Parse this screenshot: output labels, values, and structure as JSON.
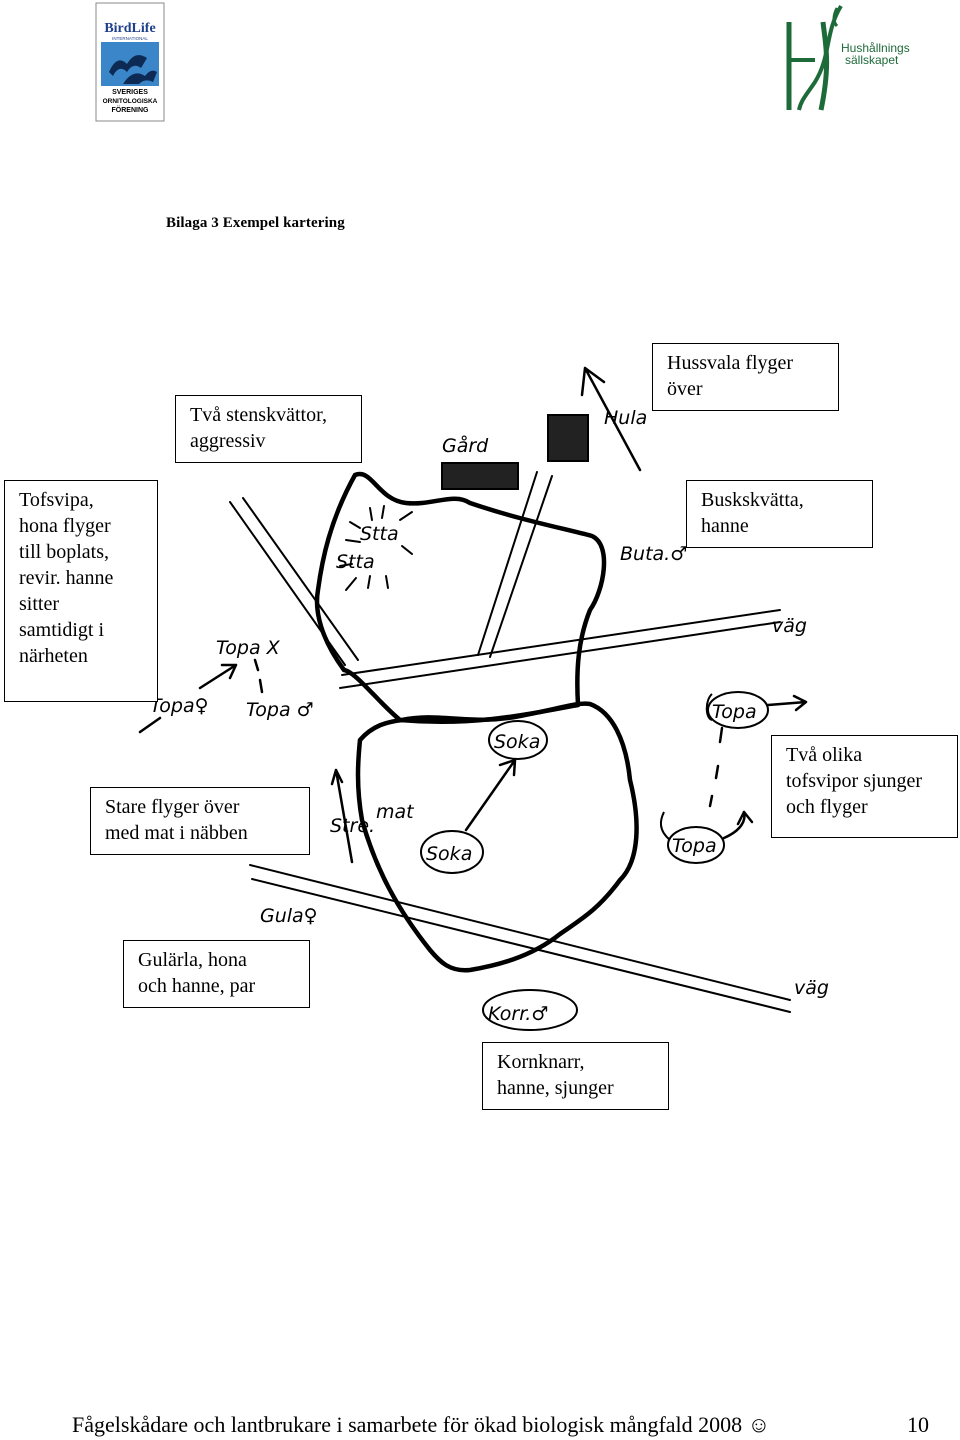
{
  "logos": {
    "birdlife": {
      "name": "BirdLife",
      "sub": "INTERNATIONAL",
      "org": [
        "SVERIGES",
        "ORNITOLOGISKA",
        "FÖRENING"
      ]
    },
    "hs": {
      "line1": "Hushållnings",
      "line2": "sällskapet"
    }
  },
  "heading": "Bilaga 3 Exempel kartering",
  "boxes": {
    "tofsvipa": "Tofsvipa,\nhona flyger\ntill boplats,\nrevir. hanne\nsitter\nsamtidigt i\nnärheten",
    "stenskvattor": "Två stenskvättor,\naggressiv",
    "hussvala": "Hussvala flyger\növer",
    "buskskvatta": "Buskskvätta,\nhanne",
    "tva_olika": "Två olika\ntofsvipor sjunger\noch flyger",
    "stare": "Stare flyger över\nmed mat i näbben",
    "gularla": "Gulärla, hona\noch hanne, par",
    "kornknarr": "Kornknarr,\nhanne, sjunger"
  },
  "map_labels": {
    "gard": "Gård",
    "hula": "Hula",
    "stta1": "Stta",
    "stta2": "Stta",
    "buta": "Buta.♂",
    "vag1": "väg",
    "vag2": "väg",
    "topa_x": "Topa X",
    "topa_f": "Topa♀",
    "topa_m": "Topa ♂",
    "soka1": "Soka",
    "soka2": "Soka",
    "topa_top": "Topa",
    "topa_bottom": "Topa",
    "stre": "Stre.",
    "mat": "mat",
    "gula": "Gula♀",
    "korr": "Korr.♂"
  },
  "footer": {
    "text": "Fågelskådare och lantbrukare i samarbete för ökad biologisk mångfald 2008 ☺",
    "page": "10"
  }
}
